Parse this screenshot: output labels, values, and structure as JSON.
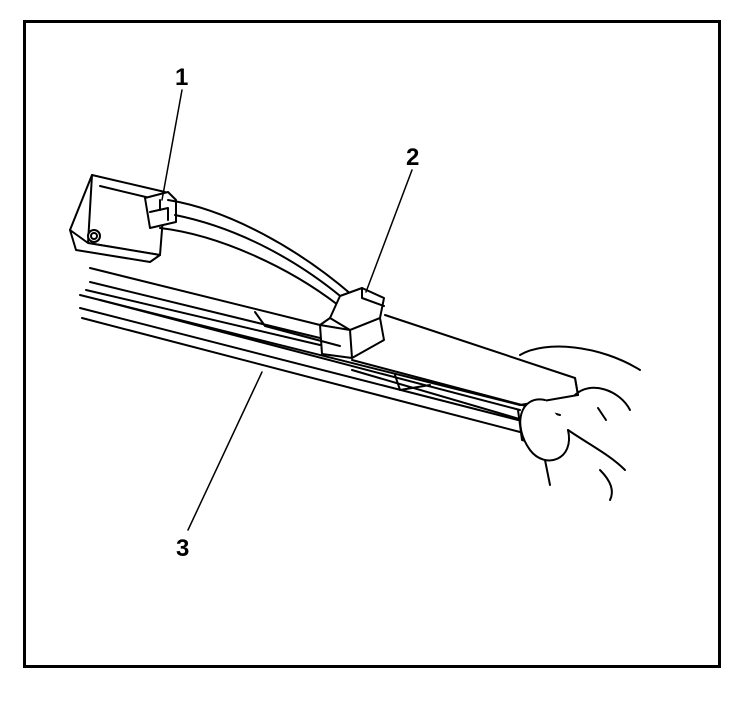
{
  "callouts": {
    "label_1": "1",
    "label_2": "2",
    "label_3": "3"
  },
  "colors": {
    "line": "#000000",
    "background": "#ffffff"
  }
}
